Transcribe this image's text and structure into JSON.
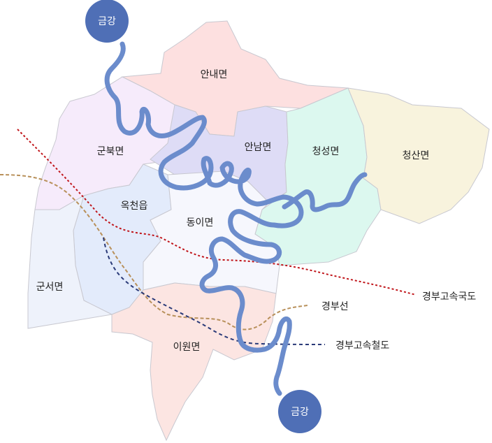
{
  "regions": [
    {
      "name": "안내면",
      "color": "#fde0e0"
    },
    {
      "name": "군북면",
      "color": "#f6ebfb"
    },
    {
      "name": "안남면",
      "color": "#dedcf6"
    },
    {
      "name": "청성면",
      "color": "#dcf8ef"
    },
    {
      "name": "청산면",
      "color": "#f8f3dd"
    },
    {
      "name": "옥천읍",
      "color": "#e3ebfb"
    },
    {
      "name": "동이면",
      "color": "#f6f7fd"
    },
    {
      "name": "군서면",
      "color": "#eef2fb"
    },
    {
      "name": "이원면",
      "color": "#fce5e2"
    }
  ],
  "river": {
    "name": "금강",
    "color": "#6b8ccc",
    "badge_color": "#4f6fb6"
  },
  "routes": [
    {
      "name": "경부고속국도",
      "color": "#c0151a",
      "style": "dotted"
    },
    {
      "name": "경부선",
      "color": "#b8905a",
      "style": "dashed"
    },
    {
      "name": "경부고속철도",
      "color": "#2a3a78",
      "style": "dashed"
    }
  ]
}
